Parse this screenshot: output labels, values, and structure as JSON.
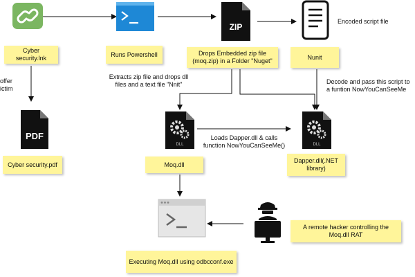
{
  "nodes": {
    "lnk_note": "Cyber security.lnk",
    "powershell_note": "Runs Powershell",
    "zip_icon_text": "ZIP",
    "zip_note": "Drops Embedded zip file (moq.zip) in a Folder \"Nuget\"",
    "encoded_label": "Encoded script file",
    "nunit_note": "Nunit",
    "pdf_icon_text": "PDF",
    "pdf_note": "Cyber security.pdf",
    "moq_dll_icon_text": "DLL",
    "moq_note": "Moq.dll",
    "dapper_dll_icon_text": "DLL",
    "dapper_note": "Dapper.dll(.NET library)",
    "exec_note": "Executing Moq.dll using odbcconf.exe",
    "hacker_note": "A remote hacker controlling the Moq.dll RAT"
  },
  "labels": {
    "offer_victim": [
      "offer",
      "ictim"
    ],
    "extracts": "Extracts zip file and drops dll files and a text file \"Nnit\"",
    "decode": "Decode and pass this script to a funtion NowYouCanSeeMe",
    "loads": "Loads Dapper.dll & calls function NowYouCanSeeMe()"
  },
  "colors": {
    "link_icon_green": "#7bb661",
    "terminal_blue": "#1e88d6",
    "note_yellow": "#fff59a",
    "icon_black": "#111111"
  },
  "icons": [
    "link-icon",
    "powershell-icon",
    "zip-file-icon",
    "document-icon",
    "pdf-file-icon",
    "dll-gear-icon",
    "terminal-window-icon",
    "hacker-computer-icon"
  ]
}
